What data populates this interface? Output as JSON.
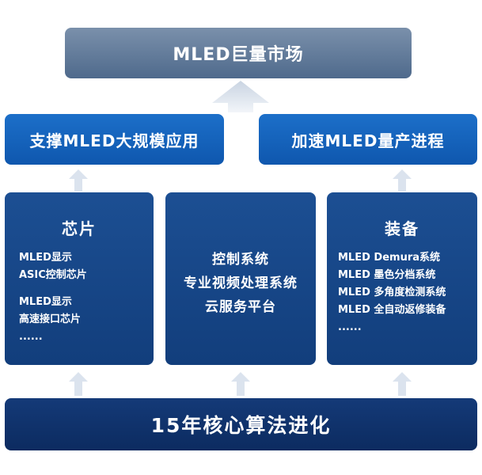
{
  "top": {
    "title": "MLED巨量市场"
  },
  "middle": {
    "left": "支撑MLED大规模应用",
    "right": "加速MLED量产进程"
  },
  "columns": [
    {
      "title": "芯片",
      "items": [
        "MLED显示",
        "ASIC控制芯片",
        "",
        "MLED显示",
        "高速接口芯片",
        "......"
      ]
    },
    {
      "title": "",
      "items": [
        "控制系统",
        "专业视频处理系统",
        "云服务平台"
      ]
    },
    {
      "title": "装备",
      "items": [
        "MLED Demura系统",
        "MLED 墨色分档系统",
        "MLED 多角度检测系统",
        "MLED 全自动返修装备",
        "......"
      ]
    }
  ],
  "bottom": {
    "title": "15年核心算法进化"
  },
  "colors": {
    "top_box": "#5f7898",
    "mid_box": "#1565c0",
    "column_box": "#17468a",
    "bottom_box": "#0f3068",
    "arrow": "#dbe3ee"
  }
}
